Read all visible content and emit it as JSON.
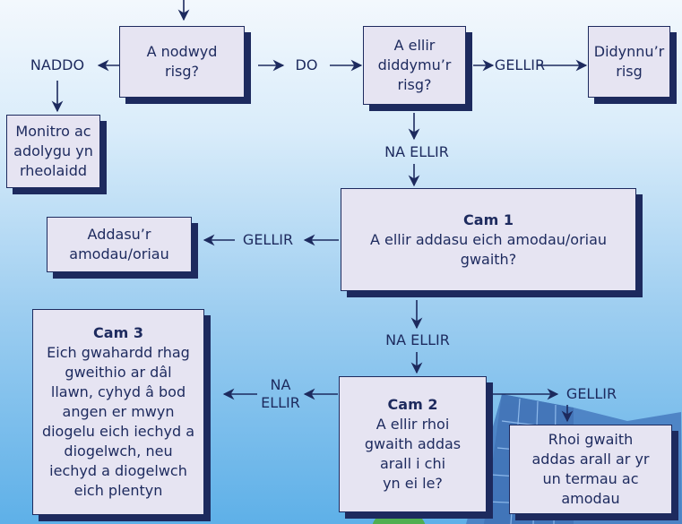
{
  "nodes": {
    "risk_identified": "A nodwyd risg?",
    "remove_risk": "A ellir diddymu'r risg?",
    "remove_risk_lines": [
      "A ellir",
      "diddymu’r",
      "risg?"
    ],
    "remove_risk_action": [
      "Didynnu’r",
      "risg"
    ],
    "monitor": [
      "Monitro ac",
      "adolygu yn",
      "rheolaidd"
    ],
    "adjust": [
      "Addasu’r",
      "amodau/oriau"
    ],
    "step1": {
      "title": "Cam 1",
      "lines": [
        "A ellir addasu eich amodau/oriau",
        "gwaith?"
      ]
    },
    "step2": {
      "title": "Cam 2",
      "lines": [
        "A ellir rhoi",
        "gwaith addas",
        "arall i chi",
        "yn ei le?"
      ]
    },
    "step3": {
      "title": "Cam 3",
      "lines": [
        "Eich gwahardd rhag",
        "gweithio ar dâl",
        "llawn, cyhyd â bod",
        "angen er mwyn",
        "diogelu eich iechyd a",
        "diogelwch, neu",
        "iechyd a diogelwch",
        "eich plentyn"
      ]
    },
    "alternative": [
      "Rhoi gwaith",
      "addas arall ar yr",
      "un termau ac",
      "amodau"
    ]
  },
  "labels": {
    "no": "NADDO",
    "yes": "DO",
    "can": "GELLIR",
    "cannot": "NA ELLIR",
    "cannot_split": [
      "NA",
      "ELLIR"
    ]
  },
  "colors": {
    "ink": "#1d2a5e",
    "box_fill": "#e6e4f2",
    "sky": "#9ccdf0"
  }
}
